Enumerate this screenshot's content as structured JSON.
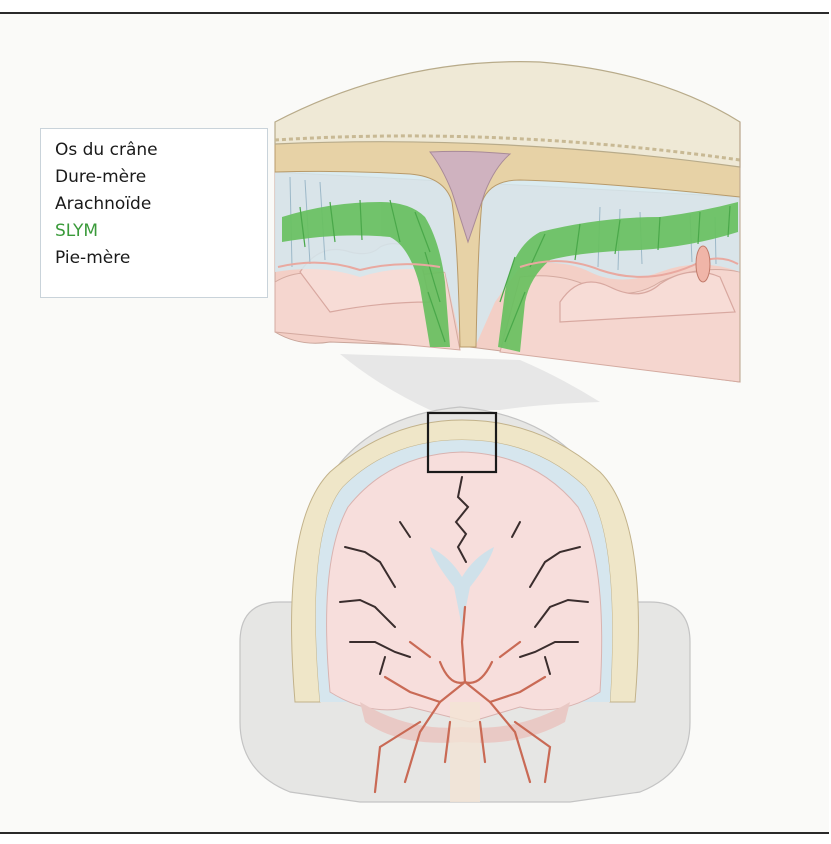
{
  "legend": {
    "items": [
      {
        "label": "Os du crâne",
        "color": "#1a1a1a"
      },
      {
        "label": "Dure-mère",
        "color": "#1a1a1a"
      },
      {
        "label": "Arachnoïde",
        "color": "#1a1a1a"
      },
      {
        "label": "SLYM",
        "color": "#3a9a3a"
      },
      {
        "label": "Pie-mère",
        "color": "#1a1a1a"
      }
    ]
  },
  "colors": {
    "bone": "#efe8d4",
    "dura": "#e6d2a8",
    "arachnoid": "#cfe3ec",
    "slym": "#5fbf5a",
    "pia": "#f2c9c2",
    "brain": "#f7dede",
    "vessel": "#c96a55",
    "skull": "#dcdcdc"
  }
}
